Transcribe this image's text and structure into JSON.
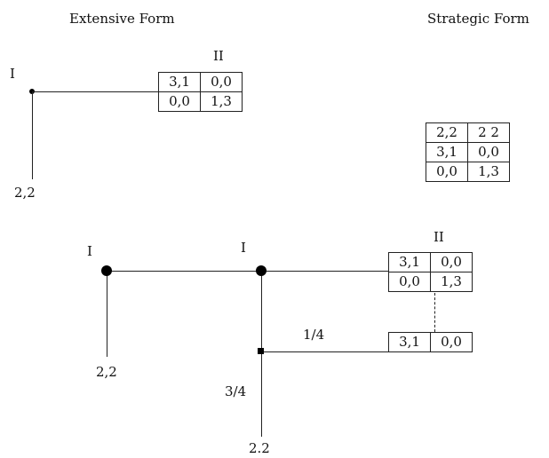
{
  "titles": {
    "extensive": "Extensive Form",
    "strategic": "Strategic Form"
  },
  "top": {
    "player_left": "I",
    "player_matrix": "II",
    "payoff_out": "2,2",
    "matrix": [
      [
        "3,1",
        "0,0"
      ],
      [
        "0,0",
        "1,3"
      ]
    ]
  },
  "strategic_matrix": [
    [
      "2,2",
      "2 2"
    ],
    [
      "3,1",
      "0,0"
    ],
    [
      "0,0",
      "1,3"
    ]
  ],
  "bottom": {
    "player_node1": "I",
    "player_node2": "I",
    "player_matrix": "II",
    "payoff_out1": "2,2",
    "payoff_out2": "2.2",
    "prob_upper": "1/4",
    "prob_lower": "3/4",
    "matrix": [
      [
        "3,1",
        "0,0"
      ],
      [
        "0,0",
        "1,3"
      ]
    ],
    "matrix_single": [
      [
        "3,1",
        "0,0"
      ]
    ]
  }
}
